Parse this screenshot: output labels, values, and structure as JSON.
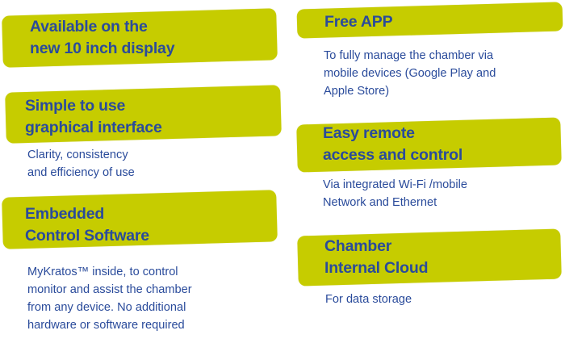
{
  "colors": {
    "band": "#c6cc00",
    "text": "#2a4b9b",
    "background": "#ffffff"
  },
  "features": [
    {
      "title": "Available on the\nnew 10 inch display",
      "description": ""
    },
    {
      "title": "Simple to use\ngraphical interface",
      "description": "Clarity, consistency\nand efficiency of use"
    },
    {
      "title": "Embedded\nControl Software",
      "description": "MyKratos™ inside, to control\nmonitor and assist the chamber\nfrom any device. No additional\nhardware or software required"
    },
    {
      "title": "Free APP",
      "description": "To fully manage the chamber via\nmobile devices (Google Play and\nApple Store)"
    },
    {
      "title": "Easy remote\naccess and control",
      "description": "Via integrated Wi-Fi /mobile\nNetwork and Ethernet"
    },
    {
      "title": "Chamber\nInternal Cloud",
      "description": "For data storage"
    }
  ]
}
